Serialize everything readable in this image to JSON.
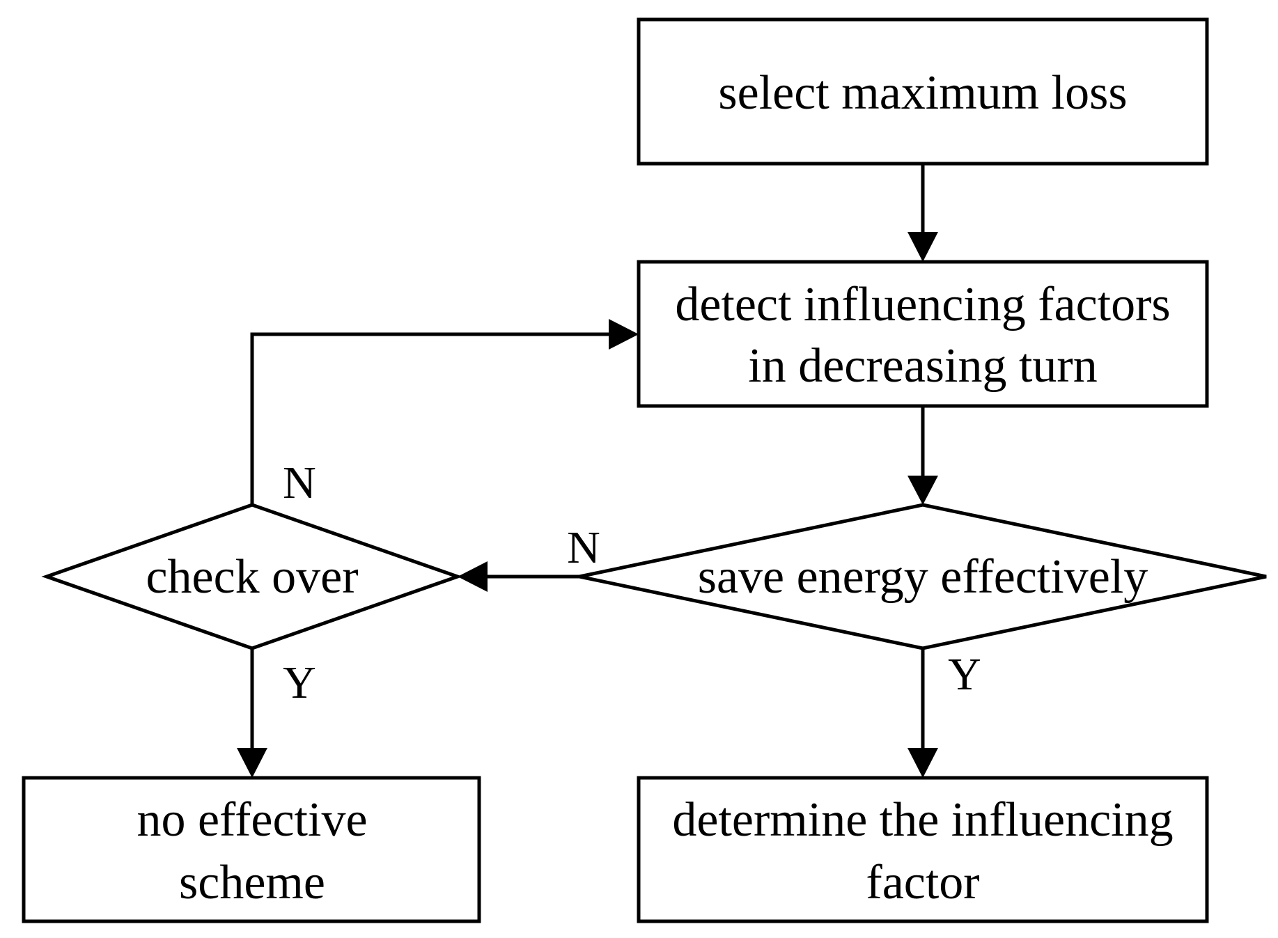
{
  "diagram": {
    "nodes": {
      "select": {
        "lines": [
          "select maximum loss"
        ]
      },
      "detect": {
        "lines": [
          "detect influencing factors",
          "in decreasing turn"
        ]
      },
      "save": {
        "lines": [
          "save energy effectively"
        ]
      },
      "check": {
        "lines": [
          "check over"
        ]
      },
      "none": {
        "lines": [
          "no effective",
          "scheme"
        ]
      },
      "determine": {
        "lines": [
          "determine the influencing",
          "factor"
        ]
      }
    },
    "edges": {
      "save_no": "N",
      "save_yes": "Y",
      "check_no": "N",
      "check_yes": "Y"
    }
  }
}
